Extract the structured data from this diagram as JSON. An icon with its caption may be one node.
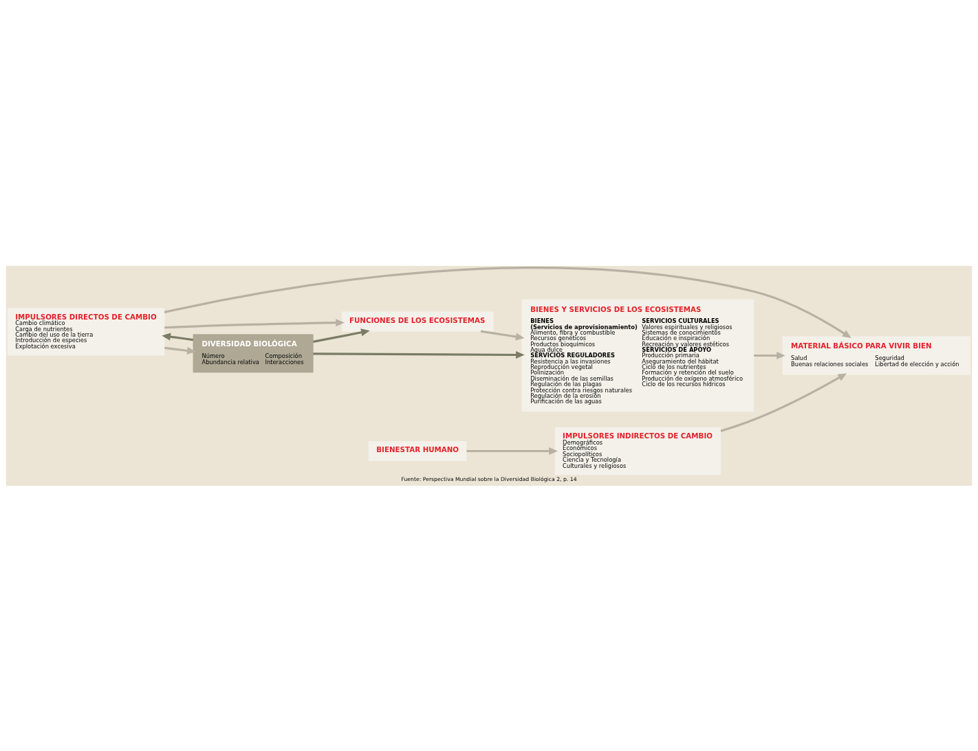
{
  "diagram": {
    "caption": "Fuente: Perspectiva Mundial sobre la Diversidad Biológica 2, p. 14",
    "nodes": [
      {
        "text": [
          "IMPULSORES INDIRECTOS DE CAMBIO",
          "Demográficos",
          "Económicos",
          "Sociopolíticos",
          "Ciencia y Tecnología",
          "Culturales y religiosos"
        ]
      },
      {
        "text": [
          "BIENESTAR HUMANO"
        ]
      },
      {
        "text": [
          "MATERIAL BÁSICO PARA VIVIR BIEN",
          "Salud",
          "Buenas relaciones sociales",
          "Seguridad",
          "Libertad de elección y acción"
        ]
      },
      {
        "text": [
          "IMPULSORES DIRECTOS DE CAMBIO",
          "Cambio climático",
          "Carga de nutrientes",
          "Cambio del uso de la tierra",
          "Introducción de especies",
          "Explotación excesiva"
        ]
      },
      {
        "text": [
          "DIVERSIDAD BIOLÓGICA",
          "Número",
          "Abundancia relativa",
          "Composición",
          "Interacciones"
        ]
      },
      {
        "text": [
          "FUNCIONES DE LOS ECOSISTEMAS"
        ]
      },
      {
        "text": [
          "BIENES Y SERVICIOS DE LOS ECOSISTEMAS",
          "BIENES",
          "(Servicios de aprovisionamiento)",
          "Alimento, fibra y combustible",
          "Recursos genéticos",
          "Productos bioquímicos",
          "Agua dulce",
          "SERVICIOS CULTURALES",
          "Valores espirituales y religiosos",
          "Sistemas de conocimientos",
          "Educación e inspiración",
          "Recreación y valores estéticos",
          "SERVICIOS REGULADORES",
          "Resistencia a las invasiones",
          "Reproducción vegetal",
          "Polinización",
          "Diseminación de las semillas",
          "Regulación de las plagas",
          "Protección contra riesgos naturales",
          "Regulación de la erosión",
          "Purificación de las aguas",
          "SERVICIOS DE APOYO",
          "Producción primaria",
          "Aseguramiento del hábitat",
          "Ciclo de los nutrientes",
          "Formación y retención del suelo",
          "Producción de oxígeno atmosférico",
          "Ciclo de los recursos hídricos"
        ]
      }
    ],
    "edges": [
      {
        "from": 1,
        "to": 0,
        "arrow": "to"
      },
      {
        "from": 0,
        "to": 2,
        "arrow": "to"
      },
      {
        "from": 3,
        "to": 2,
        "arrow": "to"
      },
      {
        "from": 3,
        "to": 4,
        "arrow": "to"
      },
      {
        "from": 3,
        "to": 5,
        "arrow": "to"
      },
      {
        "from": 4,
        "to": 3,
        "arrow": "to",
        "color": "#7a7c64"
      },
      {
        "from": 4,
        "to": 6,
        "arrow": "to",
        "color": "#7a7c64"
      },
      {
        "from": 4,
        "to": 5,
        "arrow": "to",
        "color": "#7a7c64"
      },
      {
        "from": 5,
        "to": 6,
        "arrow": "to"
      },
      {
        "from": 6,
        "to": 2,
        "arrow": "to"
      }
    ]
  }
}
